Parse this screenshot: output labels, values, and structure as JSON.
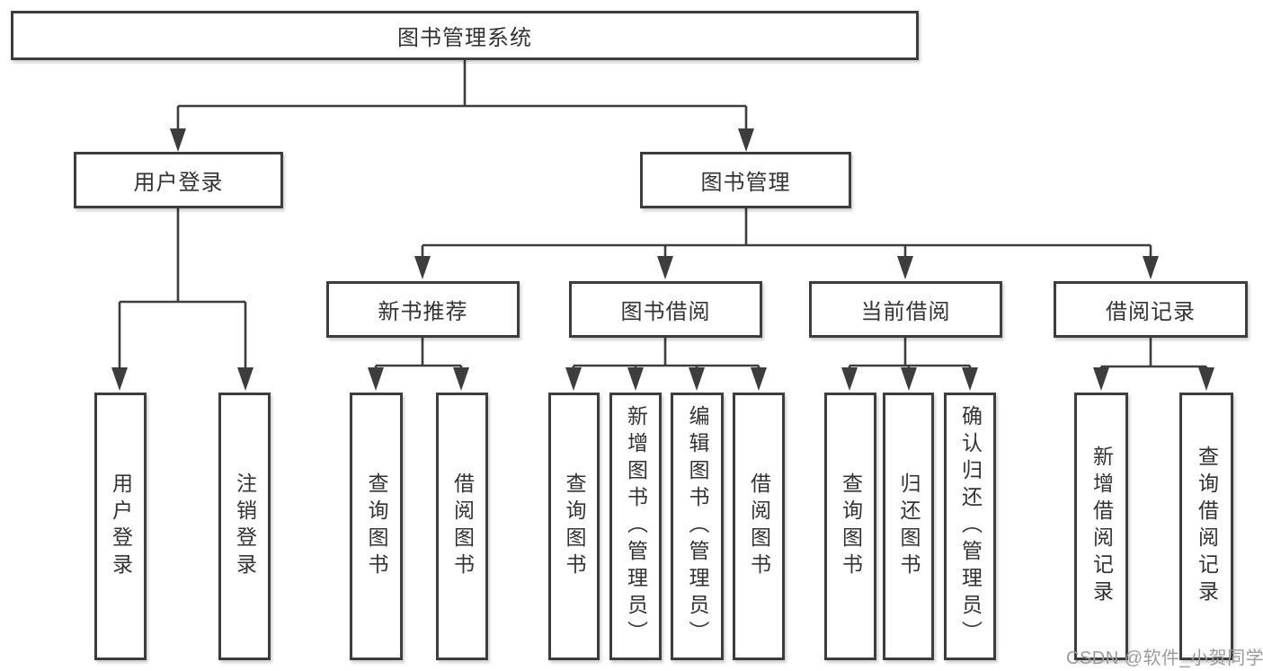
{
  "colors": {
    "line": "#3d3d3d",
    "box_fill": "#ffffff",
    "text": "#333333",
    "watermark_text": "#9b9b9b"
  },
  "tree": {
    "root": {
      "label": "图书管理系统",
      "children": [
        {
          "label": "用户登录",
          "children": [
            {
              "label": "用户登录"
            },
            {
              "label": "注销登录"
            }
          ]
        },
        {
          "label": "图书管理",
          "children": [
            {
              "label": "新书推荐",
              "children": [
                {
                  "label": "查询图书"
                },
                {
                  "label": "借阅图书"
                }
              ]
            },
            {
              "label": "图书借阅",
              "children": [
                {
                  "label": "查询图书"
                },
                {
                  "label": "新增图书（管理员）"
                },
                {
                  "label": "编辑图书（管理员）"
                },
                {
                  "label": "借阅图书"
                }
              ]
            },
            {
              "label": "当前借阅",
              "children": [
                {
                  "label": "查询图书"
                },
                {
                  "label": "归还图书"
                },
                {
                  "label": "确认归还（管理员）"
                }
              ]
            },
            {
              "label": "借阅记录",
              "children": [
                {
                  "label": "新增借阅记录"
                },
                {
                  "label": "查询借阅记录"
                }
              ]
            }
          ]
        }
      ]
    }
  },
  "watermark": {
    "text": "CSDN @软件_小贺同学"
  }
}
